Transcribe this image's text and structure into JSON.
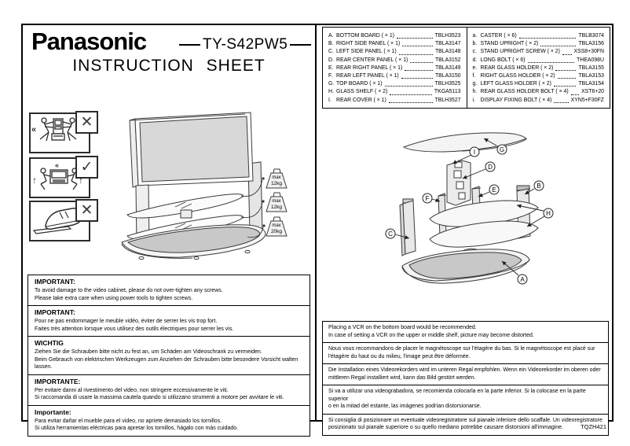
{
  "header": {
    "brand": "Panasonic",
    "model": "TY-S42PW5",
    "title": "INSTRUCTION SHEET"
  },
  "doc_code": "TQZH421",
  "icons": {
    "cross_mark": "✕",
    "check_mark": "✓",
    "push_arrow": "«",
    "lift_arrow": "↑"
  },
  "weights": [
    {
      "l1": "max",
      "l2": "12kg"
    },
    {
      "l1": "max",
      "l2": "12kg"
    },
    {
      "l1": "max",
      "l2": "20kg"
    }
  ],
  "parts": {
    "left": [
      {
        "id": "A.",
        "desc": "BOTTOM BOARD ( × 1)",
        "part": "TBLH3523"
      },
      {
        "id": "B.",
        "desc": "RIGHT SIDE PANEL ( × 1)",
        "part": "TBLA3147"
      },
      {
        "id": "C.",
        "desc": "LEFT SIDE PANEL ( × 1)",
        "part": "TBLA3148"
      },
      {
        "id": "D.",
        "desc": "REAR CENTER PANEL ( × 1)",
        "part": "TBLA3152"
      },
      {
        "id": "E.",
        "desc": "REAR RIGHT PANEL ( × 1)",
        "part": "TBLA3149"
      },
      {
        "id": "F.",
        "desc": "REAR LEFT PANEL ( × 1)",
        "part": "TBLA3150"
      },
      {
        "id": "G.",
        "desc": "TOP BOARD ( × 1)",
        "part": "TBLH3525"
      },
      {
        "id": "H.",
        "desc": "GLASS SHELF ( × 2)",
        "part": "TKGA5113"
      },
      {
        "id": "I.",
        "desc": "REAR COVER ( × 1)",
        "part": "TBLH3527"
      }
    ],
    "right": [
      {
        "id": "a.",
        "desc": "CASTER ( × 6)",
        "part": "TBLB3074"
      },
      {
        "id": "b.",
        "desc": "STAND UPRIGHT ( × 2)",
        "part": "TBLA3156"
      },
      {
        "id": "c.",
        "desc": "STAND UPRIGHT SCREW ( × 2)",
        "part": "XSS8+30FN"
      },
      {
        "id": "d.",
        "desc": "LONG BOLT ( × 6)",
        "part": "THEA098U"
      },
      {
        "id": "e.",
        "desc": "REAR GLASS HOLDER ( × 2)",
        "part": "TBLA3155"
      },
      {
        "id": "f.",
        "desc": "RIGHT GLASS HOLDER ( × 2)",
        "part": "TBLA3153"
      },
      {
        "id": "g.",
        "desc": "LEFT GLASS HOLDER ( × 2)",
        "part": "TBLA3154"
      },
      {
        "id": "h.",
        "desc": "REAR GLASS HOLDER BOLT ( × 4)",
        "part": "XST6+20"
      },
      {
        "id": "i.",
        "desc": "DISPLAY FIXING BOLT ( × 4)",
        "part": "XYN5+F30FZ"
      }
    ]
  },
  "exploded": {
    "labels": [
      "A",
      "B",
      "C",
      "D",
      "E",
      "F",
      "G",
      "H",
      "I"
    ]
  },
  "important_notes": [
    {
      "heading": "IMPORTANT:",
      "lines": [
        "To avoid damage to the video cabinet, please do not over-tighten any screws.",
        "Please take extra care when using power tools to tighten screws."
      ]
    },
    {
      "heading": "IMPORTANT:",
      "lines": [
        "Pour ne pas endommager le meuble vidéo, éviter de serrer les vis trop fort.",
        "Faites très attention lorsque vous utilisez des outils électriques pour serrer les vis."
      ]
    },
    {
      "heading": "WICHTIG",
      "lines": [
        "Ziehen Sie die Schrauben bitte nicht zu fest an, um Schäden am Videoschrank zu vermeiden.",
        "Beim Gebrauch von elektrischen Werkzeugen zum Anziehen der Schrauben bitte besondere Vorsicht walten lassen."
      ]
    },
    {
      "heading": "IMPORTANTE:",
      "lines": [
        "Per evitare danni al rivestimento del video, non stringere eccessivamente le viti.",
        "Si raccomanda di usare la massima cautela quando si utilizzano strumenti a motore per avvitare le viti."
      ]
    },
    {
      "heading": "Importante:",
      "lines": [
        "Para evitar dañar el mueble para el video, no apriete demasiado los tornillos.",
        "Si utiliza herramientas eléctricas para apretar los tornillos, hágalo con más cuidado."
      ]
    }
  ],
  "vcr_notes": [
    {
      "lines": [
        "Placing a VCR on the bottom board would be recommended.",
        "In case of setting a VCR on the upper or middle shelf, picture may become distorted."
      ]
    },
    {
      "lines": [
        "Nous vous recommandons de placer le magnétoscope sur l'étagère du bas. Si le magnétoscope est placé sur",
        "l'étagère du haut ou du milieu, l'image peut être déformée."
      ]
    },
    {
      "lines": [
        "Die Installation eines Videorekorders wird im unteren Regal empfohlen. Wenn ein Videorekorder im oberen oder",
        "mittleren Regal installiert wird, kann das Bild gestört werden."
      ]
    },
    {
      "lines": [
        "Si va a utilizar una videograbadora, se recomienda colocarla en la parte inferior.  Si la colocase en la parte superior",
        "o en la mitad del estante, las imágenes podrían distorsionarse."
      ]
    },
    {
      "lines": [
        "Si consiglia di posizionare un eventuale videoregistratore sul pianale inferiore dello scaffale. Un videoregistratore",
        "posizionato sul pianale superiore o su quello mediano potrebbe causare distorsioni all'immagine."
      ]
    }
  ]
}
